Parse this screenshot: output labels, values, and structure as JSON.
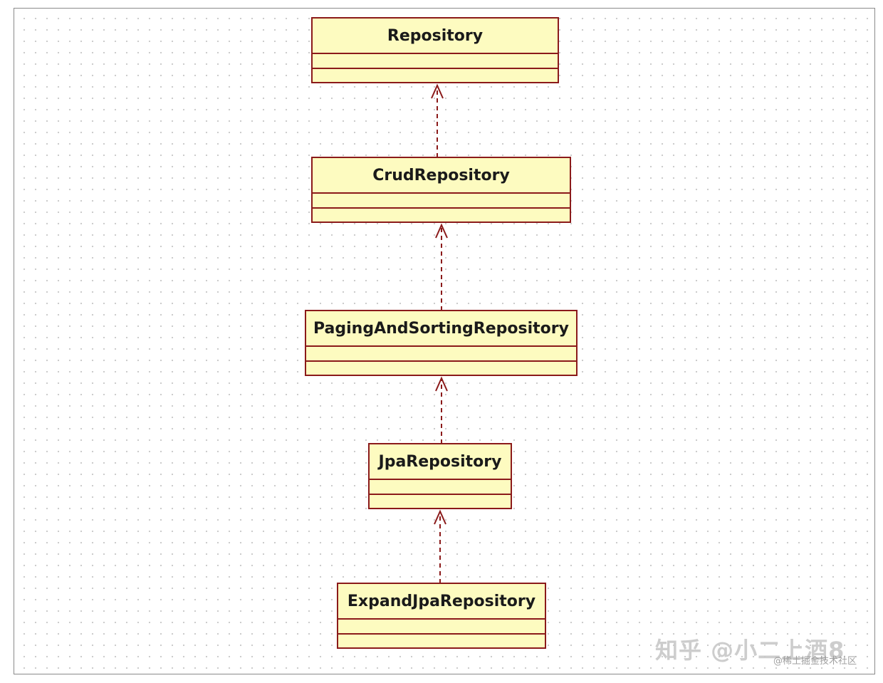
{
  "diagram": {
    "classes": [
      {
        "id": "repository",
        "name": "Repository"
      },
      {
        "id": "crud",
        "name": "CrudRepository"
      },
      {
        "id": "paging",
        "name": "PagingAndSortingRepository"
      },
      {
        "id": "jpa",
        "name": "JpaRepository"
      },
      {
        "id": "expand",
        "name": "ExpandJpaRepository"
      }
    ],
    "relations": [
      {
        "from": "crud",
        "to": "repository",
        "type": "dependency"
      },
      {
        "from": "paging",
        "to": "crud",
        "type": "dependency"
      },
      {
        "from": "jpa",
        "to": "paging",
        "type": "dependency"
      },
      {
        "from": "expand",
        "to": "jpa",
        "type": "dependency"
      }
    ],
    "colors": {
      "box_fill": "#fdfbc0",
      "box_border": "#8b1a1a",
      "edge": "#8b1a1a"
    }
  },
  "watermark": {
    "main": "知乎 @小二上酒8",
    "sub": "@稀土掘金技术社区"
  }
}
